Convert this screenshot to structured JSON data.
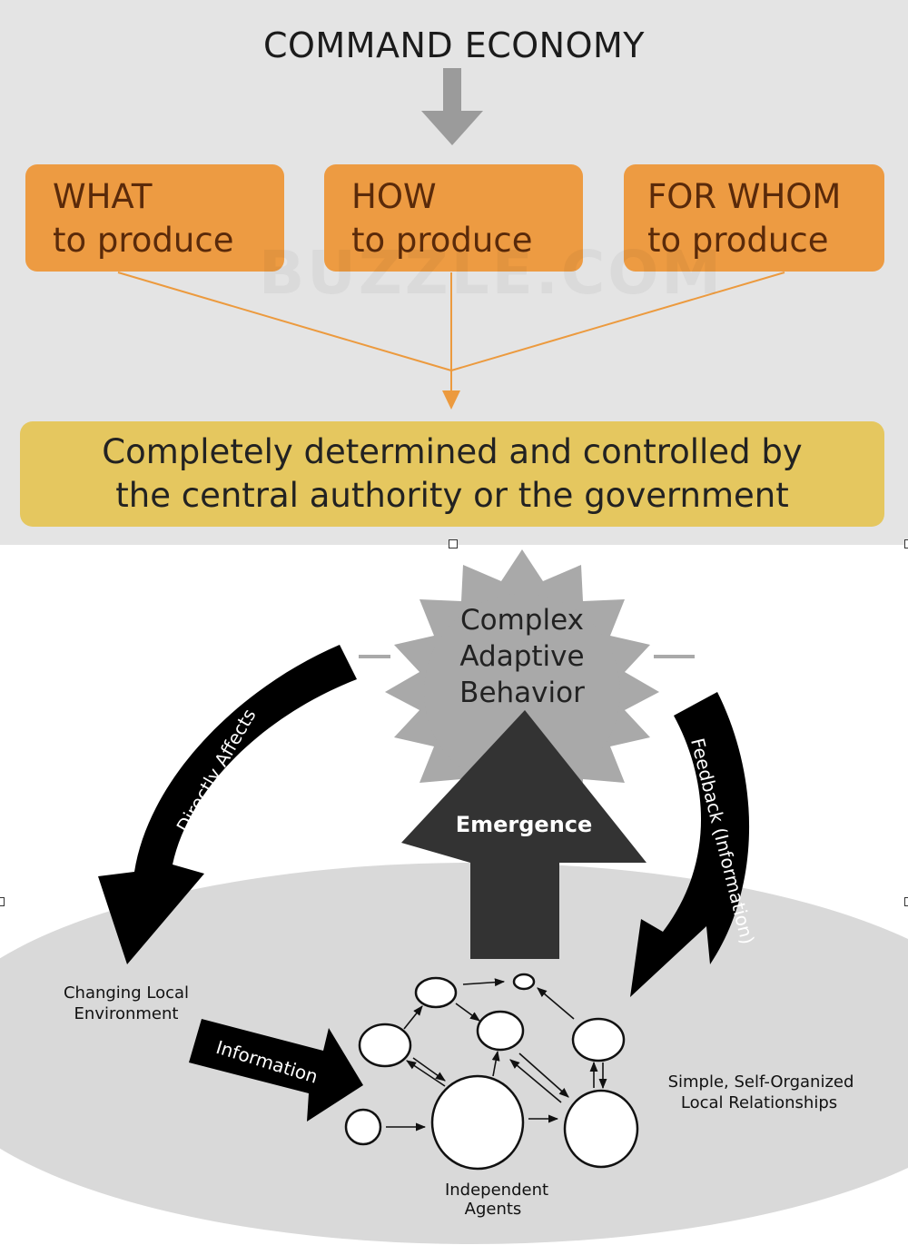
{
  "command_economy": {
    "title": "COMMAND ECONOMY",
    "questions": [
      {
        "line1": "WHAT",
        "line2": "to produce"
      },
      {
        "line1": "HOW",
        "line2": "to produce"
      },
      {
        "line1": "FOR WHOM",
        "line2": "to produce"
      }
    ],
    "watermark": "BUZZLE.COM",
    "result": {
      "line1": "Completely determined and controlled by",
      "line2": "the central authority or the government"
    },
    "colors": {
      "background": "#e4e4e4",
      "question_box": "#ed9b42",
      "result_box": "#e5c75f",
      "arrow": "#9b9b9b"
    }
  },
  "complex_adaptive": {
    "top_label": [
      "Complex",
      "Adaptive",
      "Behavior"
    ],
    "emergence": "Emergence",
    "directly_affects": "Directly Affects",
    "feedback": "Feedback (Information)",
    "changing_env": [
      "Changing Local",
      "Environment"
    ],
    "information": "Information",
    "relationships": [
      "Simple, Self-Organized",
      "Local Relationships"
    ],
    "agents": [
      "Independent",
      "Agents"
    ]
  }
}
